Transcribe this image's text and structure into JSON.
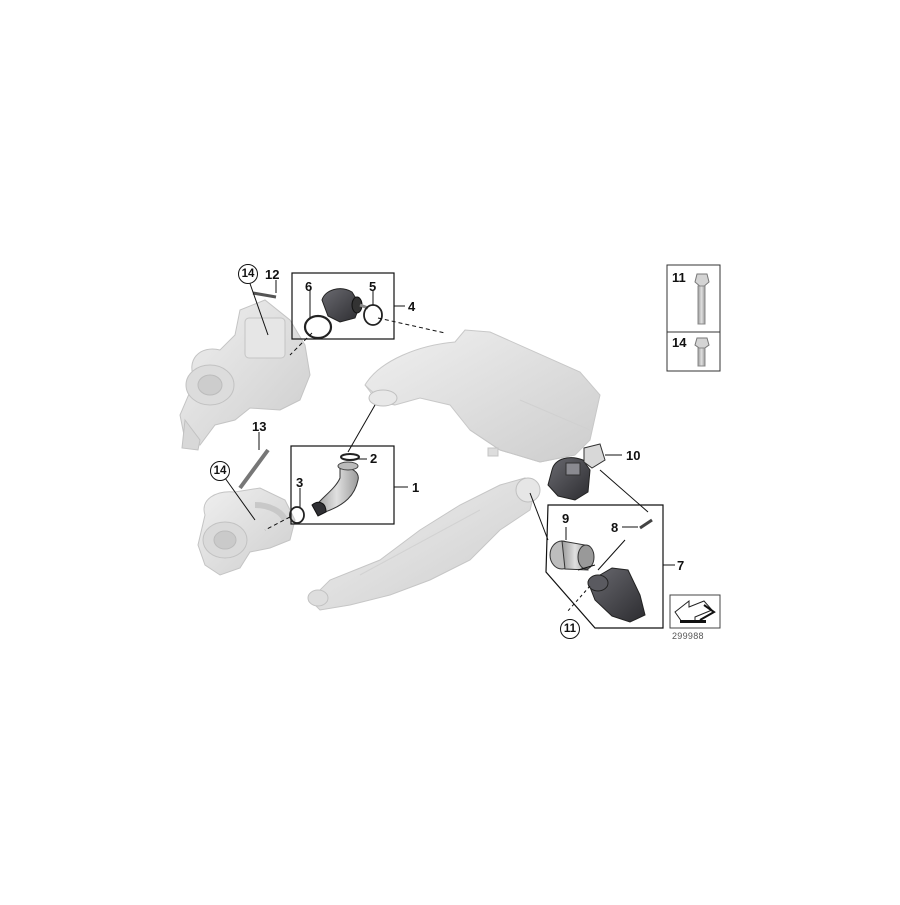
{
  "diagram": {
    "type": "exploded parts diagram",
    "subject": "charge air duct / intercooler assembly",
    "reference_number": "299988",
    "callouts": [
      {
        "id": "1",
        "label": "1",
        "circled": false
      },
      {
        "id": "2",
        "label": "2",
        "circled": false
      },
      {
        "id": "3",
        "label": "3",
        "circled": false
      },
      {
        "id": "4",
        "label": "4",
        "circled": false
      },
      {
        "id": "5",
        "label": "5",
        "circled": false
      },
      {
        "id": "6",
        "label": "6",
        "circled": false
      },
      {
        "id": "7",
        "label": "7",
        "circled": false
      },
      {
        "id": "8",
        "label": "8",
        "circled": false
      },
      {
        "id": "9",
        "label": "9",
        "circled": false
      },
      {
        "id": "10",
        "label": "10",
        "circled": false
      },
      {
        "id": "11a",
        "label": "11",
        "circled": true
      },
      {
        "id": "12",
        "label": "12",
        "circled": false
      },
      {
        "id": "13",
        "label": "13",
        "circled": false
      },
      {
        "id": "14a",
        "label": "14",
        "circled": true
      },
      {
        "id": "14b",
        "label": "14",
        "circled": true
      }
    ],
    "legend": {
      "items": [
        {
          "label": "11",
          "part": "long bolt"
        },
        {
          "label": "14",
          "part": "short bolt"
        }
      ]
    },
    "groups": [
      {
        "label": "4",
        "contains": [
          "5",
          "6"
        ]
      },
      {
        "label": "1",
        "contains": [
          "2",
          "3"
        ]
      },
      {
        "label": "7",
        "contains": [
          "8",
          "9",
          "11"
        ]
      }
    ]
  },
  "colors": {
    "line": "#111111",
    "part_light": "#e4e4e4",
    "part_mid": "#cfcfcf",
    "part_dark": "#4a4a4e",
    "part_darker": "#2e2e32",
    "background": "#ffffff"
  }
}
